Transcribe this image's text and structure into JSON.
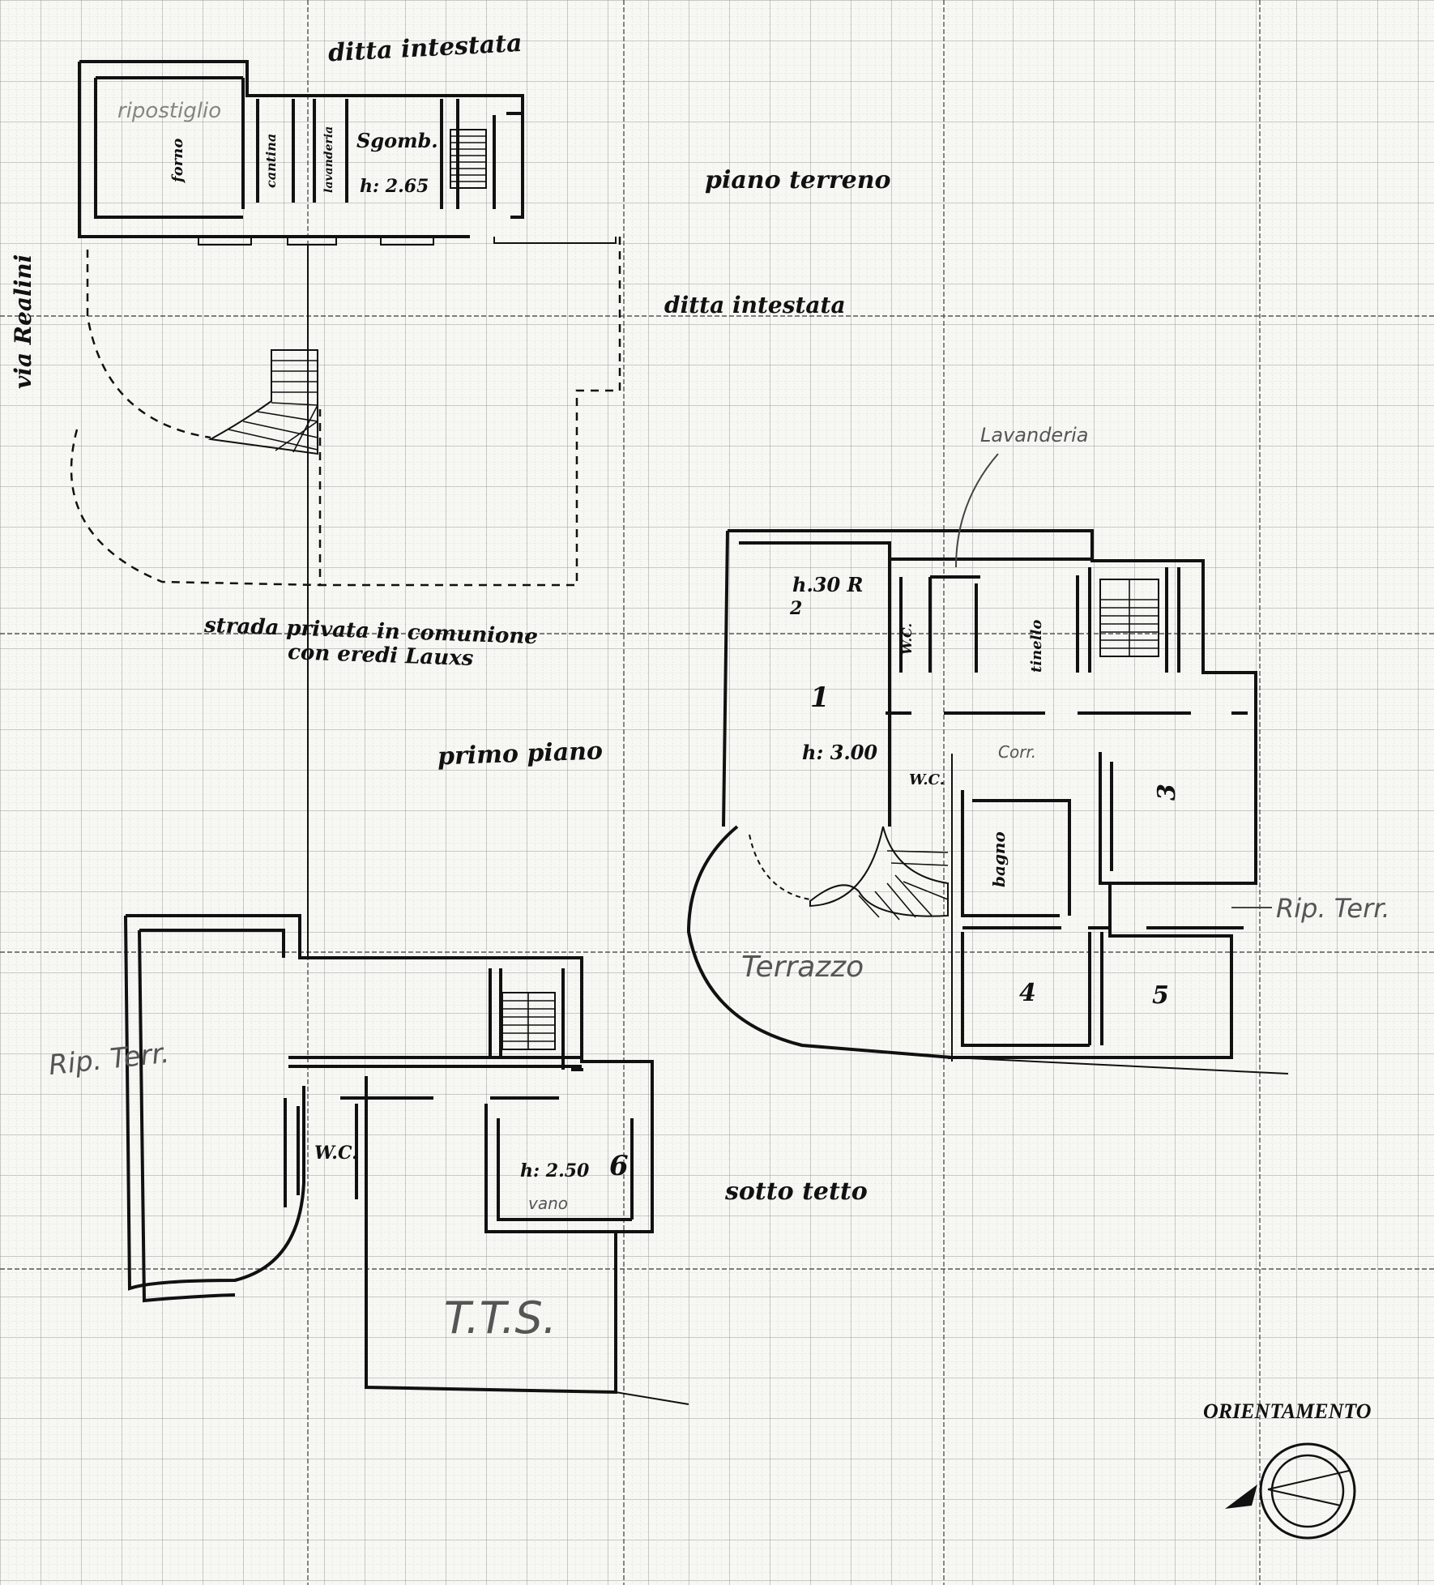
{
  "labels": {
    "top_neighbor": "ditta intestata",
    "ground_floor": "piano terreno",
    "right_neighbor": "ditta intestata",
    "street": "via Realini",
    "private_road_line1": "strada privata in comunione",
    "private_road_line2": "con eredi Lauxs",
    "first_floor": "primo piano",
    "attic": "sotto tetto",
    "orientation": "ORIENTAMENTO"
  },
  "ground_rooms": {
    "r1": "forno",
    "r2": "cantina",
    "r3": "lavanderia",
    "r4": "Sgomb.",
    "height": "h: 2.65"
  },
  "first_rooms": {
    "num1": "1",
    "num1b": "h.30 R",
    "num2": "2",
    "height": "h: 3.00",
    "wc": "W.C.",
    "tinello": "tinello",
    "wc2": "W.C.",
    "bagno": "bagno",
    "num3": "3",
    "num4": "4",
    "num5": "5",
    "corridoio": "Corr."
  },
  "attic_rooms": {
    "wc": "W.C.",
    "height": "h: 2.50",
    "num6": "6",
    "vano": "vano"
  },
  "pencil_notes": {
    "lavanderia": "Lavanderia",
    "terrazzo": "Terrazzo",
    "rip": "Rip. Terr.",
    "left": "ripostiglio",
    "bottom": "T.T.S."
  }
}
